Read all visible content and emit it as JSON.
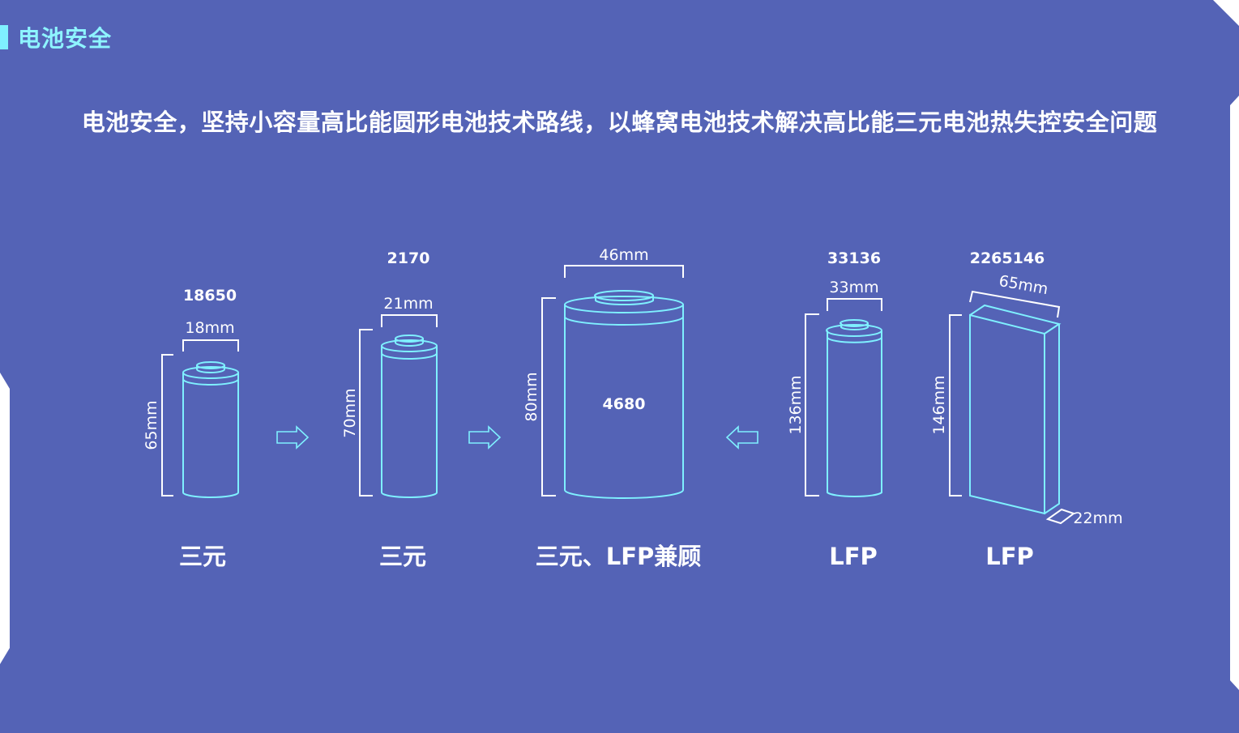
{
  "section": {
    "title": "电池安全"
  },
  "headline": "电池安全，坚持小容量高比能圆形电池技术路线，以蜂窝电池技术解决高比能三元电池热失控安全问题",
  "colors": {
    "background": "#5463b6",
    "accent": "#7ff0ff",
    "text": "#ffffff"
  },
  "cells": [
    {
      "model": "18650",
      "width": "18mm",
      "height": "65mm",
      "chemistry": "三元"
    },
    {
      "model": "2170",
      "width": "21mm",
      "height": "70mm",
      "chemistry": "三元"
    },
    {
      "model": "4680",
      "width": "46mm",
      "height": "80mm",
      "chemistry": "三元、LFP兼顾"
    },
    {
      "model": "33136",
      "width": "33mm",
      "height": "136mm",
      "chemistry": "LFP"
    },
    {
      "model": "2265146",
      "width": "65mm",
      "height": "146mm",
      "depth": "22mm",
      "chemistry": "LFP"
    }
  ],
  "arrows": [
    "arrow-right",
    "arrow-right",
    "arrow-left"
  ]
}
